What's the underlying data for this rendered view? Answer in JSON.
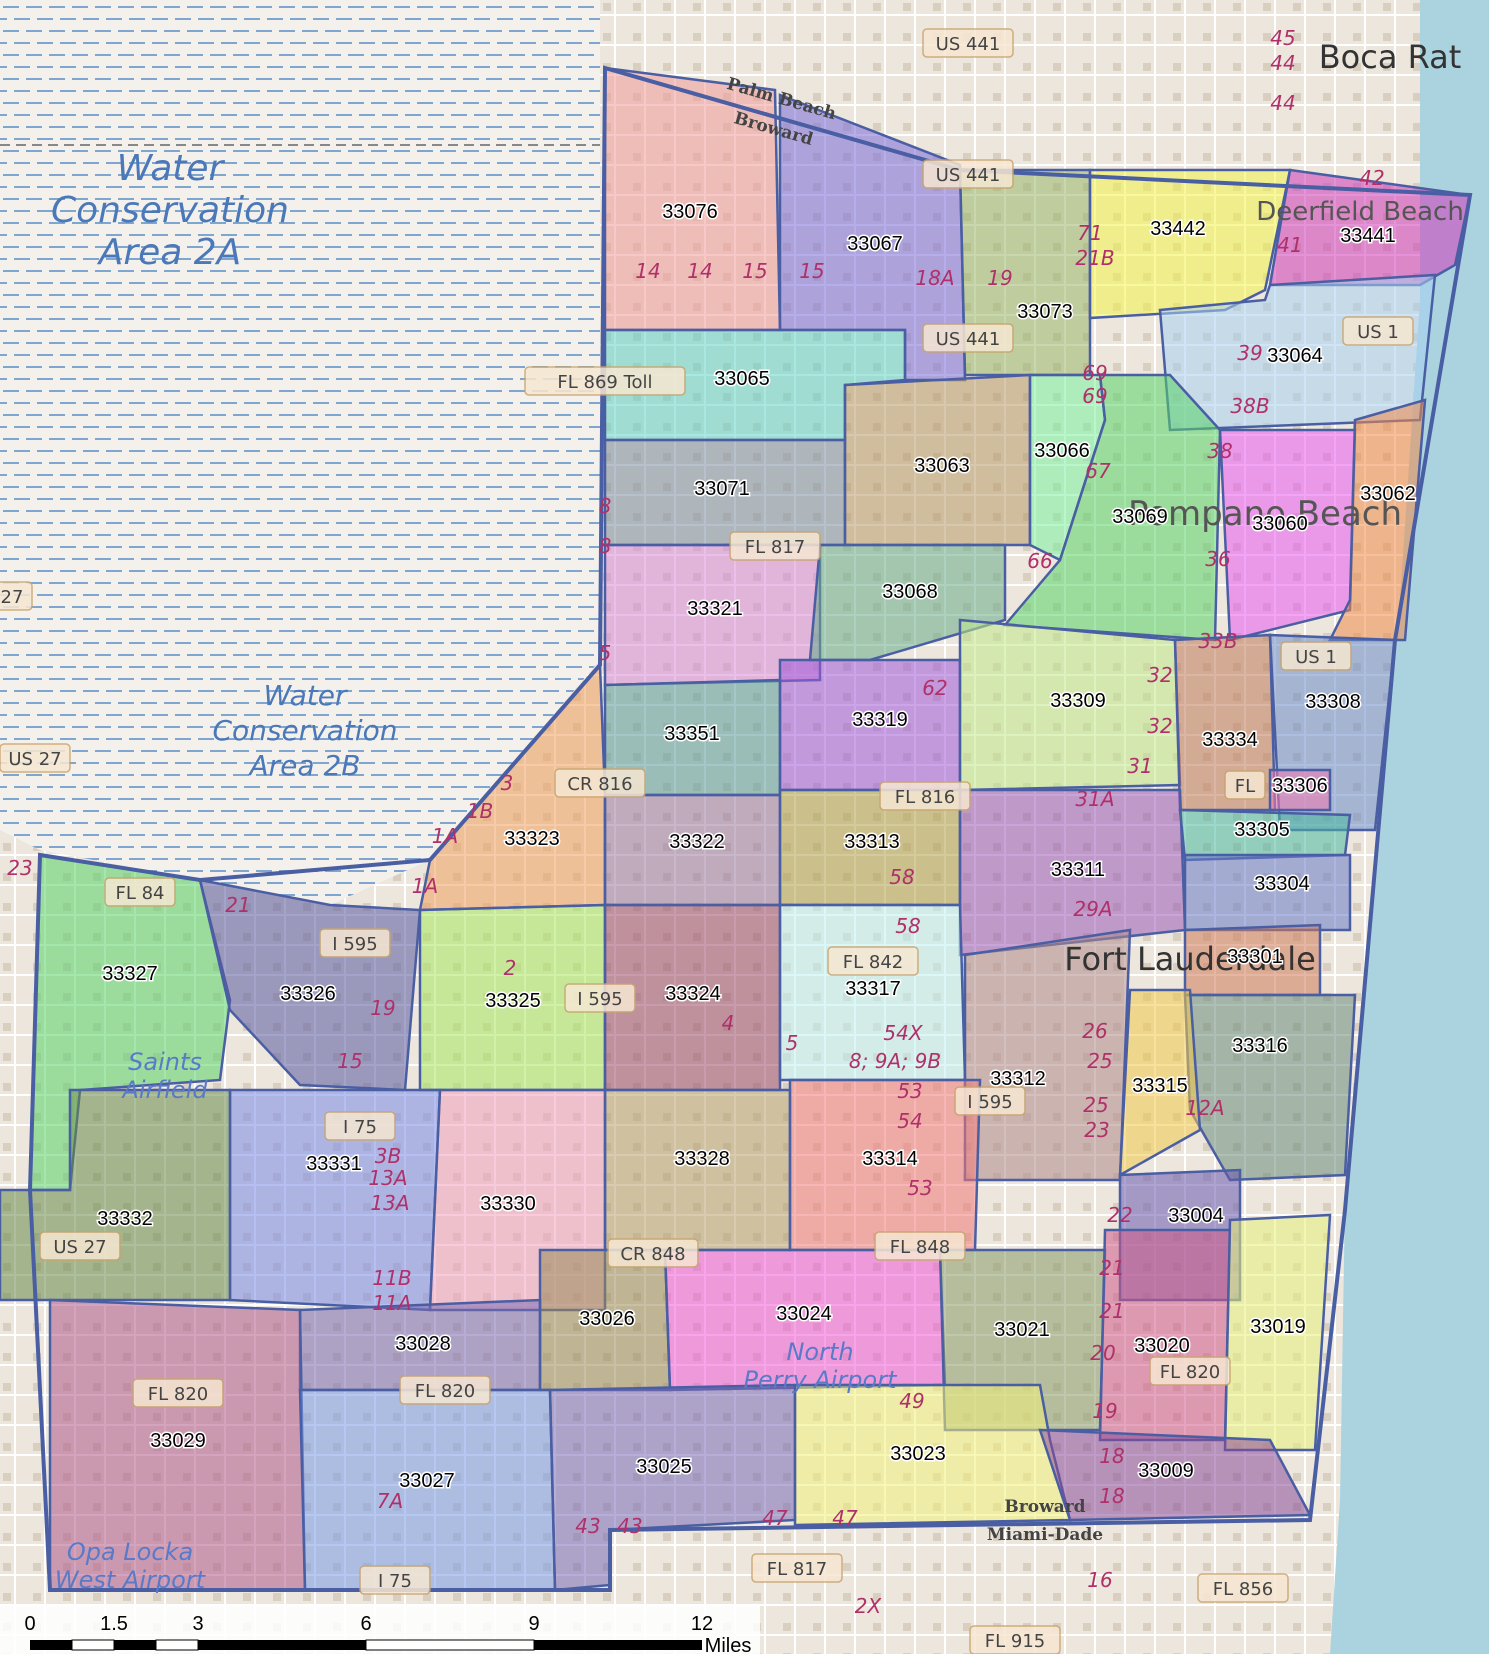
{
  "colors": {
    "water": "#f4f1ec",
    "water_dash": "#7ea6cf",
    "land": "#f2efe9",
    "ocean": "#aad3df",
    "zone_border": "#4a5ea3",
    "label_water": "#4a78b8"
  },
  "water_labels": [
    {
      "line1": "Water",
      "line2": "Conservation",
      "line3": "Area 2A"
    },
    {
      "line1": "Water",
      "line2": "Conservation",
      "line3": "Area 2B"
    }
  ],
  "place_labels": {
    "boca": "Boca Rat",
    "deerfield": "Deerfield Beach",
    "pompano": "Pompano Beach",
    "fort_lauderdale": "Fort Lauderdale",
    "saints_1": "Saints",
    "saints_2": "Airfield",
    "north_perry_1": "North",
    "north_perry_2": "Perry Airport",
    "opa_locka_1": "Opa Locka",
    "opa_locka_2": "West Airport"
  },
  "county_labels": {
    "pb_top": "Palm Beach",
    "pb_bottom": "Broward",
    "md_top": "Broward",
    "md_bottom": "Miami-Dade"
  },
  "road_labels": {
    "us441_top": "US 441",
    "us441_b": "US 441",
    "us441_c": "US 441",
    "fl869": "FL 869 Toll",
    "us1_a": "US 1",
    "us1_b": "US 1",
    "fl817_a": "FL 817",
    "cr816": "CR 816",
    "fl816": "FL 816",
    "fl84": "FL 84",
    "i595_a": "I 595",
    "i595_b": "I 595",
    "i595_c": "I 595",
    "fl842": "FL 842",
    "i75_a": "I 75",
    "i75_b": "I 75",
    "us27_a": "US 27",
    "us27_b": "US 27",
    "us27_c": "27",
    "cr848": "CR 848",
    "fl848": "FL 848",
    "fl820_a": "FL 820",
    "fl820_b": "FL 820",
    "fl820_c": "FL 820",
    "fl817_b": "FL 817",
    "fl856": "FL 856",
    "fl915": "FL 915",
    "fl_short": "FL"
  },
  "exit_labels": [
    "45",
    "44",
    "44",
    "42",
    "41",
    "14",
    "14",
    "15",
    "15",
    "18A",
    "19",
    "71",
    "21B",
    "69",
    "69",
    "67",
    "66",
    "62",
    "58",
    "58",
    "54X",
    "8; 9A; 9B",
    "53",
    "54",
    "53",
    "36",
    "38",
    "38B",
    "39",
    "33B",
    "32",
    "32",
    "31",
    "31A",
    "29A",
    "26",
    "25",
    "25",
    "23",
    "22",
    "21",
    "21",
    "20",
    "19",
    "18",
    "18",
    "16",
    "12A",
    "4",
    "5",
    "2",
    "1A",
    "1A",
    "1B",
    "3",
    "21",
    "19",
    "15",
    "3B",
    "13A",
    "13A",
    "11B",
    "11A",
    "7A",
    "43",
    "43",
    "47",
    "47",
    "49",
    "2X",
    "8",
    "8",
    "5",
    "23"
  ],
  "zip_codes": [
    "33076",
    "33067",
    "33073",
    "33442",
    "33441",
    "33065",
    "33064",
    "33071",
    "33063",
    "33066",
    "33069",
    "33060",
    "33062",
    "33321",
    "33068",
    "33351",
    "33319",
    "33309",
    "33308",
    "33334",
    "33306",
    "33323",
    "33322",
    "33313",
    "33311",
    "33305",
    "33304",
    "33327",
    "33326",
    "33325",
    "33324",
    "33317",
    "33301",
    "33316",
    "33312",
    "33315",
    "33331",
    "33328",
    "33314",
    "33330",
    "33004",
    "33332",
    "33026",
    "33024",
    "33021",
    "33020",
    "33019",
    "33028",
    "33029",
    "33027",
    "33025",
    "33023",
    "33009"
  ],
  "scale": {
    "ticks": [
      "0",
      "1.5",
      "3",
      "6",
      "9",
      "12"
    ],
    "units": "Miles"
  }
}
